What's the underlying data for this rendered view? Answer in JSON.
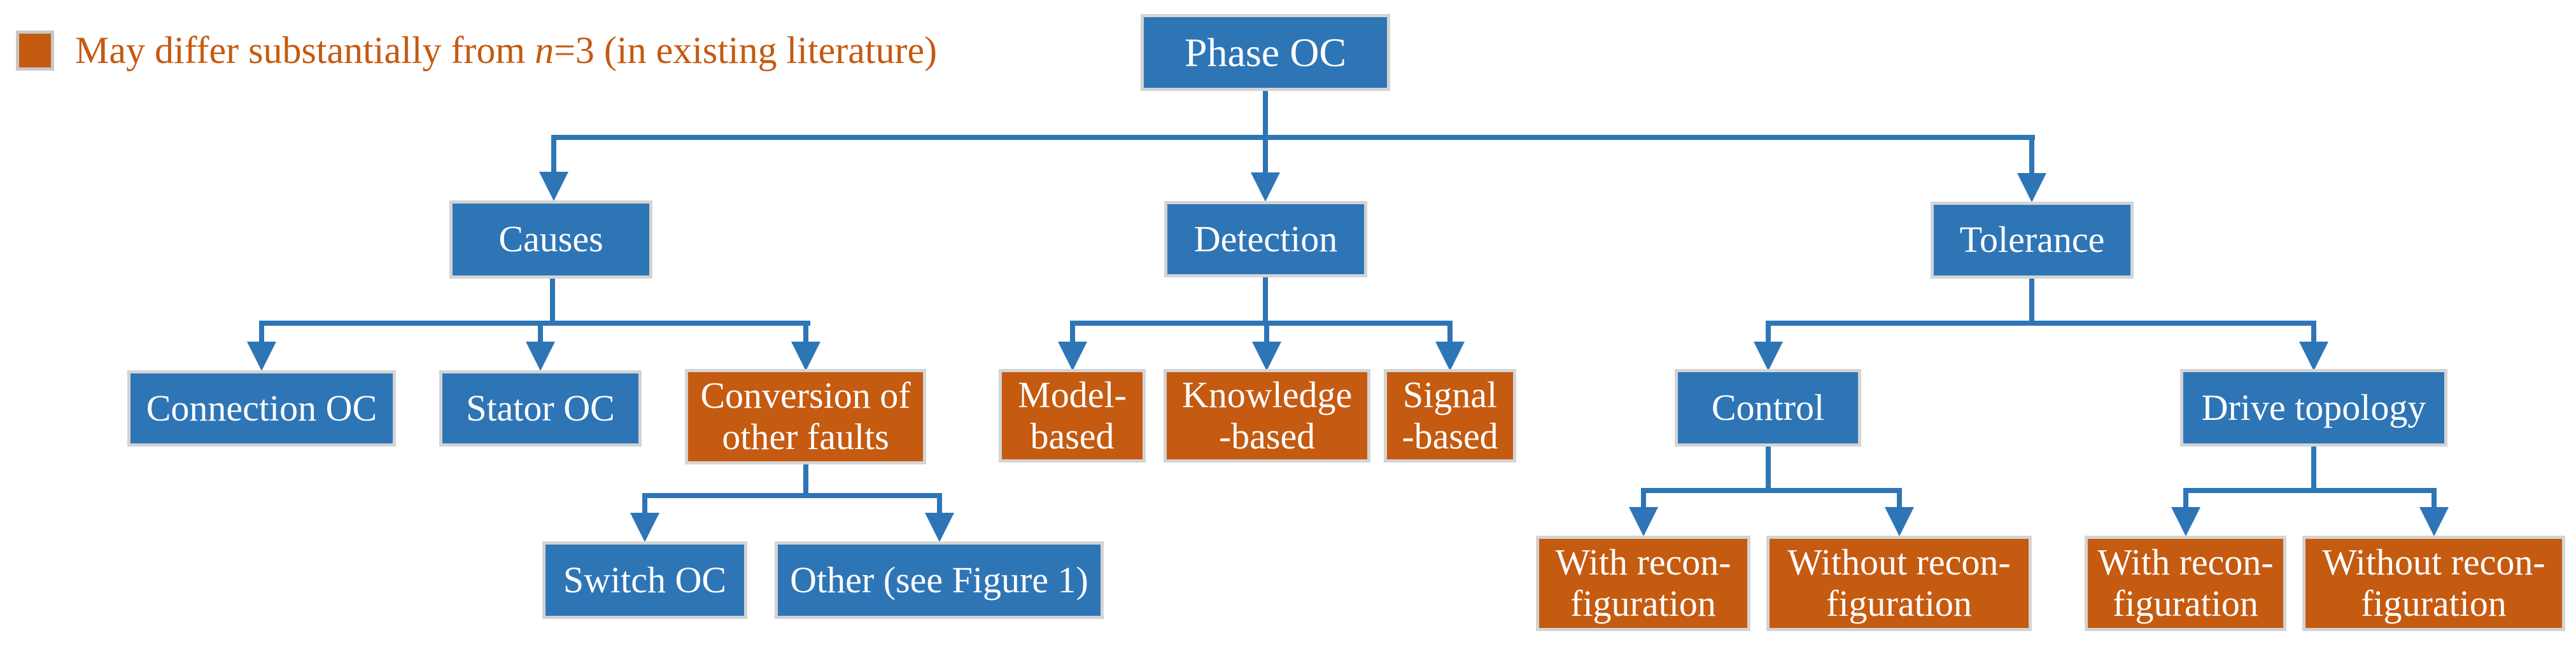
{
  "title": "Phase OC taxonomy flowchart",
  "legend": {
    "swatch_color": "#C55A11",
    "text": {
      "prefix": "May differ substantially from ",
      "variable": "n",
      "suffix": "=3 (in existing literature)"
    },
    "full_text": "May differ substantially from n=3 (in existing literature)"
  },
  "colors": {
    "node_blue": "#2E75B6",
    "node_highlight_orange": "#C55A11",
    "connector_blue": "#2E75B6",
    "node_border_gray": "#D4D4D4",
    "background": "#FFFFFF"
  },
  "nodes": {
    "phase_oc": {
      "label": "Phase OC",
      "highlighted": false
    },
    "causes": {
      "label": "Causes",
      "highlighted": false
    },
    "detection": {
      "label": "Detection",
      "highlighted": false
    },
    "tolerance": {
      "label": "Tolerance",
      "highlighted": false
    },
    "connection_oc": {
      "label": "Connection OC",
      "highlighted": false
    },
    "stator_oc": {
      "label": "Stator OC",
      "highlighted": false
    },
    "conversion_other_faults": {
      "label": "Conversion of\nother faults",
      "highlighted": true
    },
    "switch_oc": {
      "label": "Switch OC",
      "highlighted": false
    },
    "other_see_figure_1": {
      "label": "Other (see Figure 1)",
      "highlighted": false
    },
    "model_based": {
      "label": "Model-\nbased",
      "highlighted": true
    },
    "knowledge_based": {
      "label": "Knowledge\n-based",
      "highlighted": true
    },
    "signal_based": {
      "label": "Signal\n-based",
      "highlighted": true
    },
    "control": {
      "label": "Control",
      "highlighted": false
    },
    "drive_topology": {
      "label": "Drive topology",
      "highlighted": false
    },
    "control_with_reconfiguration": {
      "label": "With recon-\nfiguration",
      "highlighted": true
    },
    "control_without_reconfiguration": {
      "label": "Without recon-\nfiguration",
      "highlighted": true
    },
    "drive_with_reconfiguration": {
      "label": "With recon-\nfiguration",
      "highlighted": true
    },
    "drive_without_reconfiguration": {
      "label": "Without recon-\nfiguration",
      "highlighted": true
    }
  },
  "structure": {
    "label": "Phase OC",
    "children": [
      {
        "label": "Causes",
        "children": [
          {
            "label": "Connection OC"
          },
          {
            "label": "Stator OC"
          },
          {
            "label": "Conversion of other faults",
            "highlighted": true,
            "children": [
              {
                "label": "Switch OC"
              },
              {
                "label": "Other (see Figure 1)"
              }
            ]
          }
        ]
      },
      {
        "label": "Detection",
        "children": [
          {
            "label": "Model-based",
            "highlighted": true
          },
          {
            "label": "Knowledge-based",
            "highlighted": true
          },
          {
            "label": "Signal-based",
            "highlighted": true
          }
        ]
      },
      {
        "label": "Tolerance",
        "children": [
          {
            "label": "Control",
            "children": [
              {
                "label": "With reconfiguration",
                "highlighted": true
              },
              {
                "label": "Without reconfiguration",
                "highlighted": true
              }
            ]
          },
          {
            "label": "Drive topology",
            "children": [
              {
                "label": "With reconfiguration",
                "highlighted": true
              },
              {
                "label": "Without reconfiguration",
                "highlighted": true
              }
            ]
          }
        ]
      }
    ]
  }
}
